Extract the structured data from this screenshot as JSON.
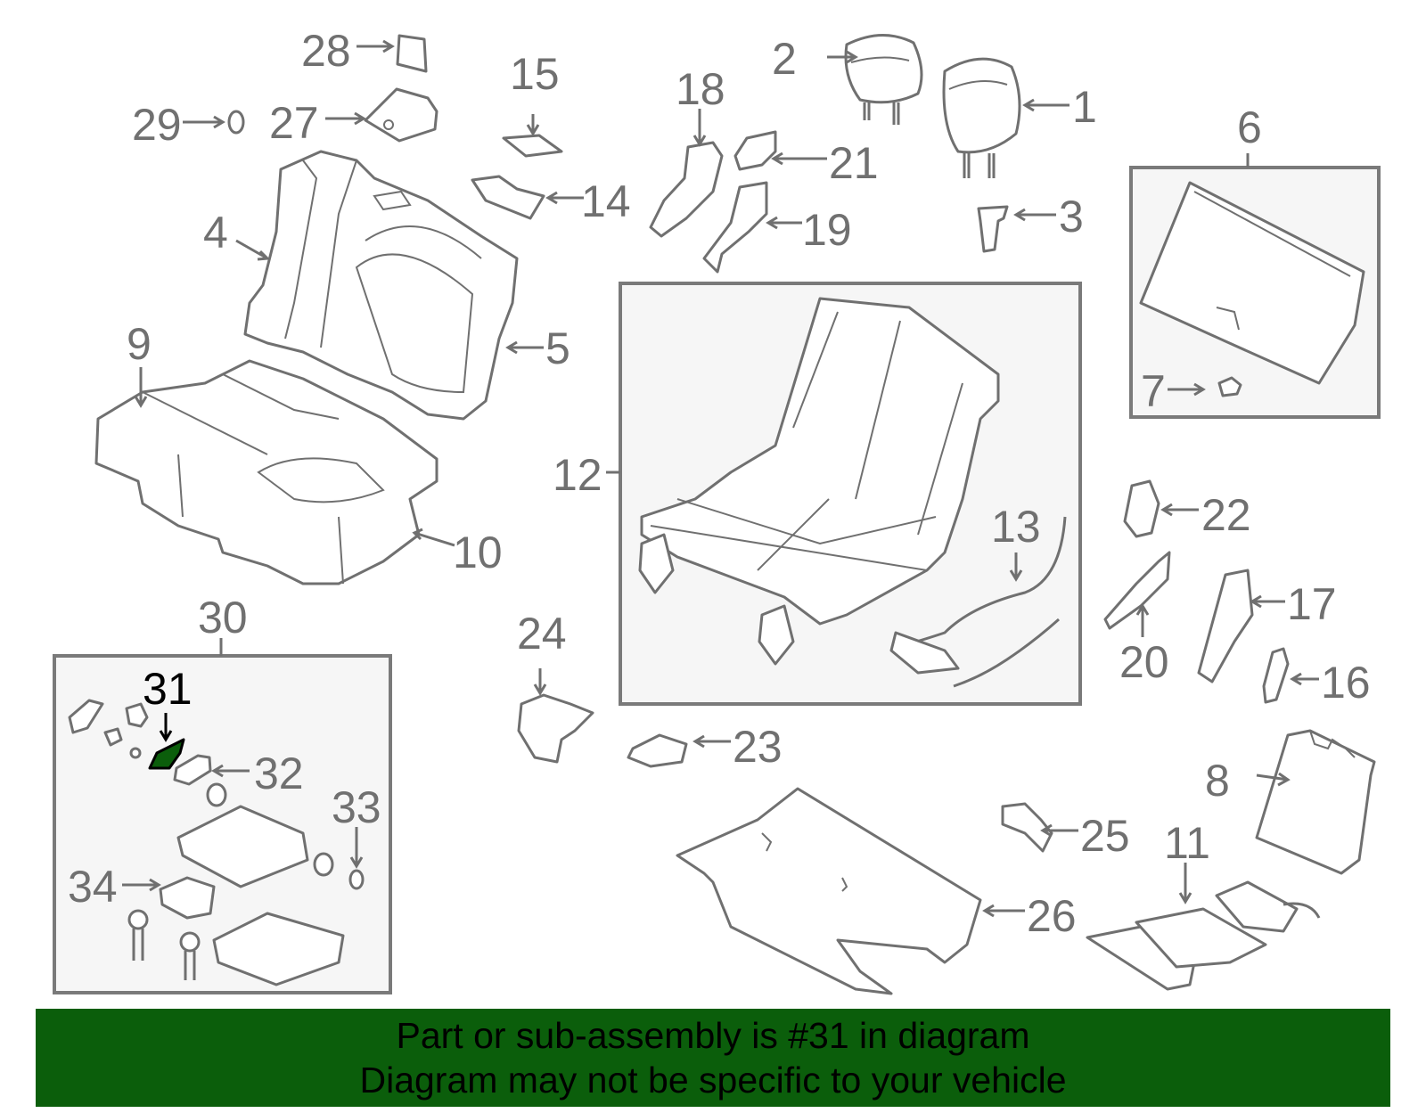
{
  "callouts": {
    "c1": "1",
    "c2": "2",
    "c3": "3",
    "c4": "4",
    "c5": "5",
    "c6": "6",
    "c7": "7",
    "c8": "8",
    "c9": "9",
    "c10": "10",
    "c11": "11",
    "c12": "12",
    "c13": "13",
    "c14": "14",
    "c15": "15",
    "c16": "16",
    "c17": "17",
    "c18": "18",
    "c19": "19",
    "c20": "20",
    "c21": "21",
    "c22": "22",
    "c23": "23",
    "c24": "24",
    "c25": "25",
    "c26": "26",
    "c27": "27",
    "c28": "28",
    "c29": "29",
    "c30": "30",
    "c31": "31",
    "c32": "32",
    "c33": "33",
    "c34": "34"
  },
  "highlight": {
    "part_number": "31",
    "color": "#0b5e0b"
  },
  "colors": {
    "line": "#707070",
    "box_fill": "#f6f6f6",
    "banner": "#0b5e0b"
  },
  "banner": {
    "line1": "Part or sub-assembly is #31 in diagram",
    "line2": "Diagram may not be specific to your vehicle"
  }
}
